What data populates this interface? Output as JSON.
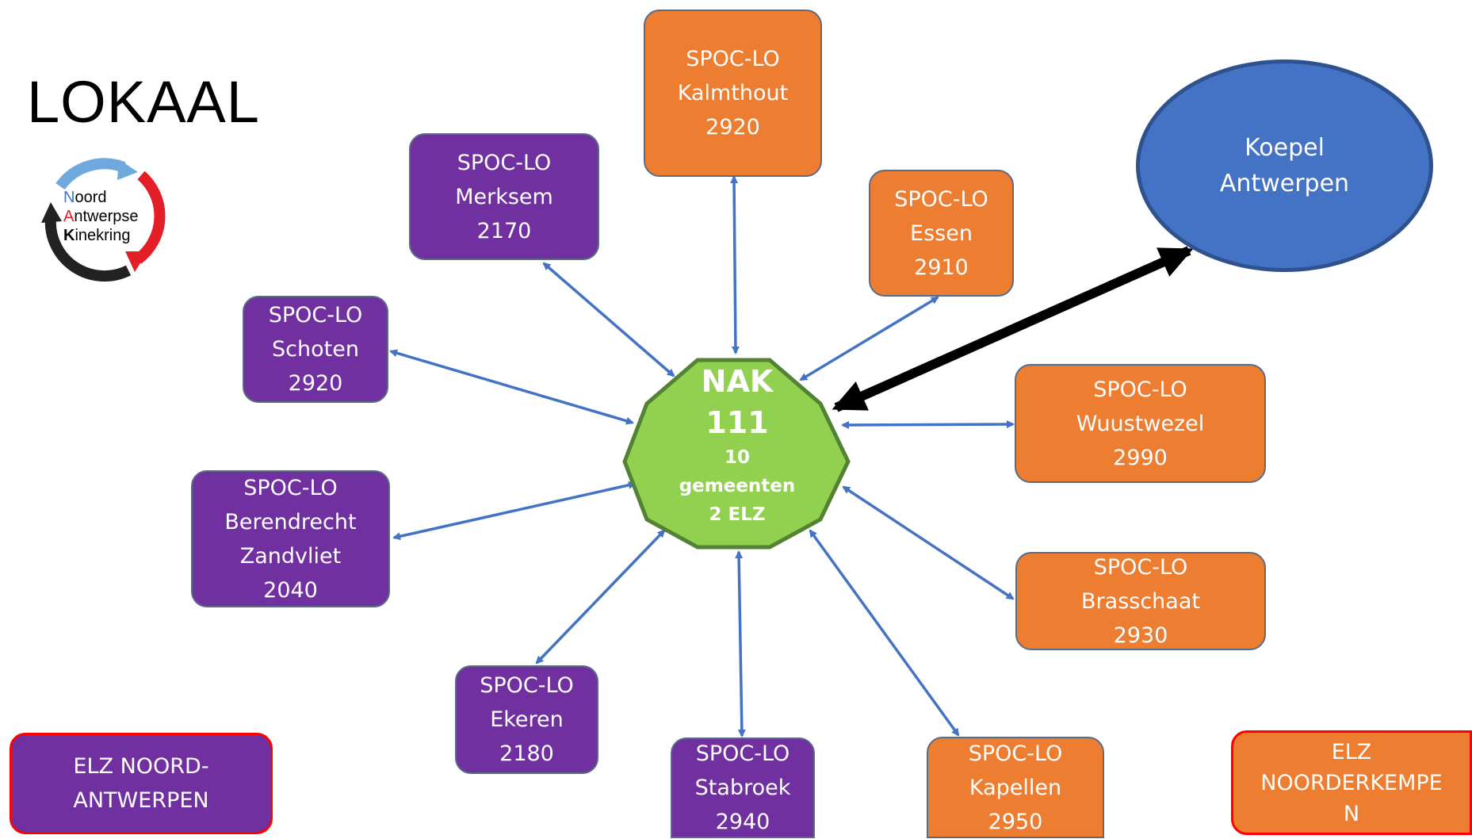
{
  "title": "LOKAAL",
  "logo": {
    "lines": [
      "Noord",
      "Antwerpse",
      "Kinekring"
    ],
    "initial_color": "#e41e26"
  },
  "center": {
    "lines": [
      "NAK",
      "111",
      "10",
      "gemeenten",
      "2 ELZ"
    ],
    "fill": "#92d050",
    "stroke": "#548235"
  },
  "koepel": {
    "lines": [
      "Koepel",
      "Antwerpen"
    ]
  },
  "nodes": {
    "kalmthout": [
      "SPOC-LO",
      "Kalmthout",
      "2920"
    ],
    "merksem": [
      "SPOC-LO",
      "Merksem",
      "2170"
    ],
    "essen": [
      "SPOC-LO",
      "Essen",
      "2910"
    ],
    "schoten": [
      "SPOC-LO",
      "Schoten",
      "2920"
    ],
    "wuustwezel": [
      "SPOC-LO",
      "Wuustwezel",
      "2990"
    ],
    "berendrecht": [
      "SPOC-LO",
      "Berendrecht",
      "Zandvliet",
      "2040"
    ],
    "brasschaat": [
      "SPOC-LO",
      "Brasschaat",
      "2930"
    ],
    "ekeren": [
      "SPOC-LO",
      "Ekeren",
      "2180"
    ],
    "stabroek": [
      "SPOC-LO",
      "Stabroek",
      "2940"
    ],
    "kapellen": [
      "SPOC-LO",
      "Kapellen",
      "2950"
    ],
    "elz_noord": [
      "ELZ NOORD-",
      "ANTWERPEN"
    ],
    "elz_noorderkempen": [
      "ELZ",
      "NOORDERKEMPE",
      "N"
    ]
  },
  "colors": {
    "purple": "#7030a0",
    "orange": "#ed7d31",
    "blue": "#4472c4",
    "arrow": "#4472c4",
    "thick_arrow": "#000000"
  }
}
